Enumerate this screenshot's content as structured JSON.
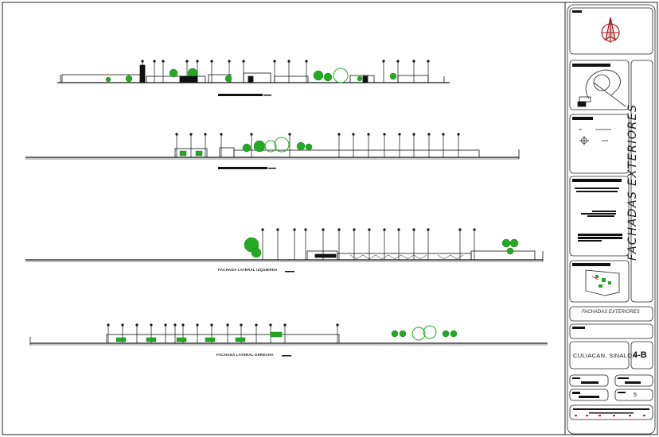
{
  "title_block": {
    "vertical_title": "FACHADAS EXTERIORES",
    "sheet_title": "FACHADAS EXTERIORES",
    "location": "CULIACAN, SINALOA",
    "sheet_code": "4-B",
    "sheet_number": "5"
  },
  "elevations": [
    {
      "caption": ""
    },
    {
      "caption": ""
    },
    {
      "caption": "FACHADA LATERAL IZQUIERDA"
    },
    {
      "caption": "FACHADA LATERAL DERECHA"
    }
  ],
  "colors": {
    "line": "#111111",
    "tree": "#22aa22",
    "north_arrow": "#a01010",
    "marker": "#cc2222"
  }
}
